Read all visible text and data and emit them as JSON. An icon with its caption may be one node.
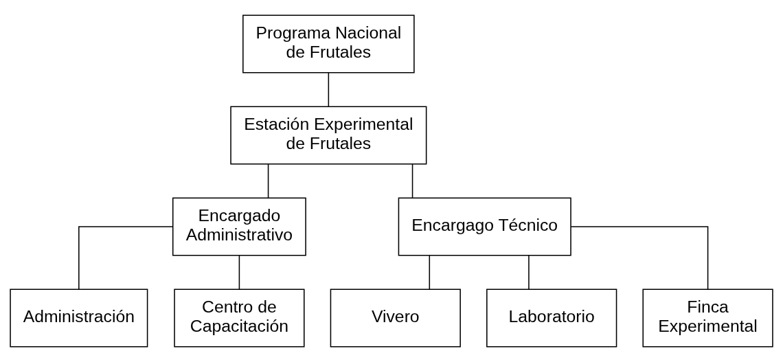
{
  "diagram": {
    "nodes": [
      {
        "text": [
          "Programa Nacional de Frutales"
        ]
      },
      {
        "text": [
          "Estación Experimental de Frutales"
        ]
      },
      {
        "text": [
          "Encargado Administrativo"
        ]
      },
      {
        "text": [
          "Encargago Técnico"
        ]
      },
      {
        "text": [
          "Administración"
        ]
      },
      {
        "text": [
          "Centro de Capacitación"
        ]
      },
      {
        "text": [
          "Vivero"
        ]
      },
      {
        "text": [
          "Laboratorio"
        ]
      },
      {
        "text": [
          "Finca Experimental"
        ]
      }
    ],
    "edges": [
      {
        "from": 0,
        "to": 1,
        "arrow": "none"
      },
      {
        "from": 1,
        "to": 2,
        "arrow": "none"
      },
      {
        "from": 1,
        "to": 3,
        "arrow": "none"
      },
      {
        "from": 2,
        "to": 4,
        "arrow": "none"
      },
      {
        "from": 2,
        "to": 5,
        "arrow": "none"
      },
      {
        "from": 3,
        "to": 6,
        "arrow": "none"
      },
      {
        "from": 3,
        "to": 7,
        "arrow": "none"
      },
      {
        "from": 3,
        "to": 8,
        "arrow": "none"
      }
    ]
  }
}
